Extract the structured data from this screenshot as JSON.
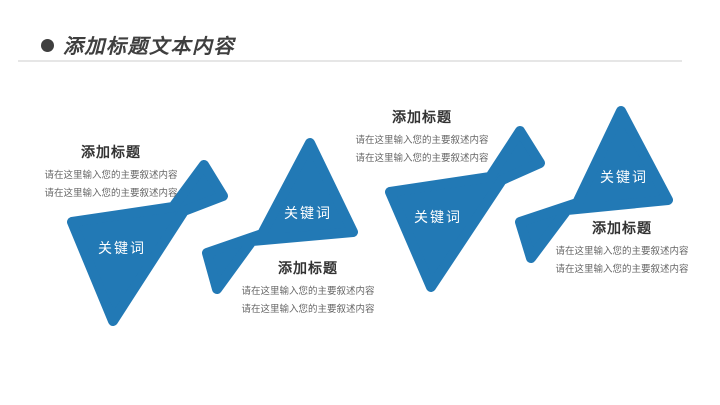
{
  "slide_header": {
    "bullet_icon": "filled-circle",
    "title": "添加标题文本内容"
  },
  "colors": {
    "accent_blue": "#2279B5",
    "header_text": "#3F3F3F",
    "group_title_text": "#333333",
    "body_text": "#666666",
    "divider": "#E6E6E6",
    "keyword_text": "#FFFFFF"
  },
  "groups": [
    {
      "keyword": "关键词",
      "title": "添加标题",
      "lines": [
        "请在这里输入您的主要叙述内容",
        "请在这里输入您的主要叙述内容"
      ],
      "shape_direction": "down",
      "text_position": "above"
    },
    {
      "keyword": "关键词",
      "title": "添加标题",
      "lines": [
        "请在这里输入您的主要叙述内容",
        "请在这里输入您的主要叙述内容"
      ],
      "shape_direction": "up",
      "text_position": "below"
    },
    {
      "keyword": "关键词",
      "title": "添加标题",
      "lines": [
        "请在这里输入您的主要叙述内容",
        "请在这里输入您的主要叙述内容"
      ],
      "shape_direction": "down",
      "text_position": "above"
    },
    {
      "keyword": "关键词",
      "title": "添加标题",
      "lines": [
        "请在这里输入您的主要叙述内容",
        "请在这里输入您的主要叙述内容"
      ],
      "shape_direction": "up",
      "text_position": "below"
    }
  ]
}
